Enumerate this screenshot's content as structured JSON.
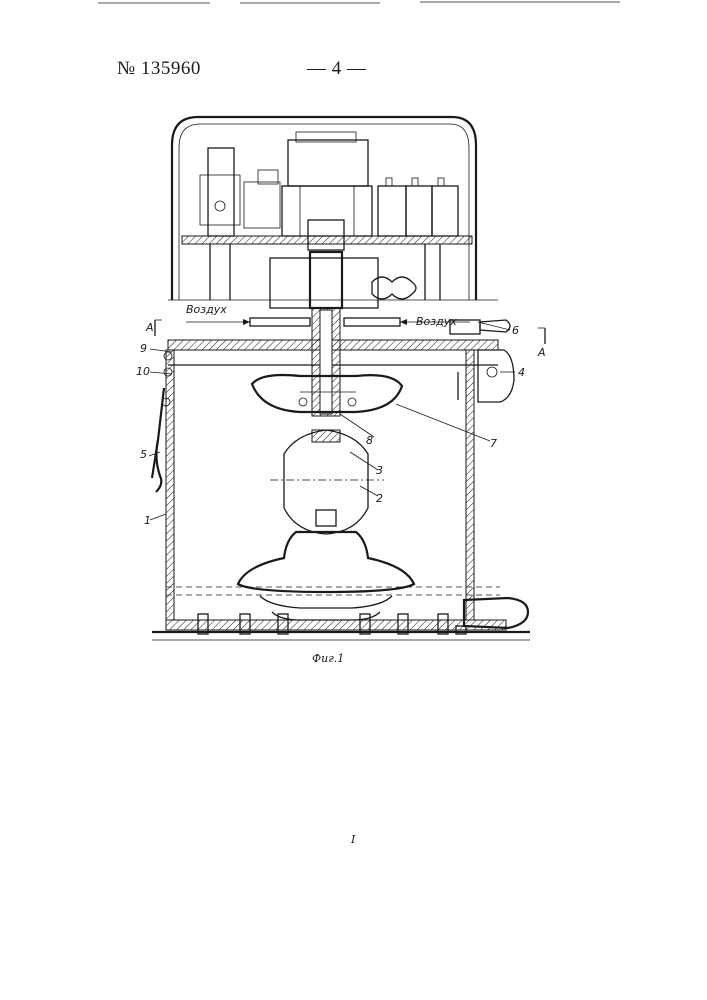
{
  "header": {
    "patent_number": "№ 135960",
    "page_number": "— 4 —"
  },
  "figure": {
    "caption": "Фиг.1",
    "air_left": "Воздух",
    "air_right": "Воздух",
    "section_mark_left": "А",
    "section_mark_right": "А",
    "labels": {
      "l1": "1",
      "l2": "2",
      "l3": "3",
      "l4": "4",
      "l5": "5",
      "l6": "6",
      "l7": "7",
      "l8": "8",
      "l9": "9",
      "l10": "10"
    }
  },
  "footer": {
    "mark": "I"
  }
}
